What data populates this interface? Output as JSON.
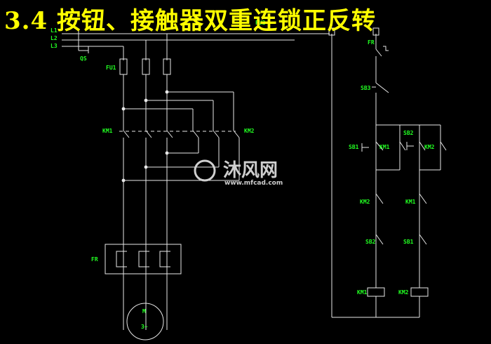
{
  "title": "3.4 按钮、接触器双重连锁正反转",
  "labels": {
    "l1": "L1",
    "l2": "L2",
    "l3": "L3",
    "qs": "QS",
    "fu1": "FU1",
    "fu2": "FU2",
    "km1_main": "KM1",
    "km2_main": "KM2",
    "fr_main": "FR",
    "motor": "M",
    "motor_phase": "3~",
    "fr_ctrl": "FR",
    "sb3": "SB3",
    "sb1_left": "SB1",
    "km1_hold": "KM1",
    "sb2_right": "SB2",
    "km2_hold": "KM2",
    "km2_nc": "KM2",
    "km1_nc": "KM1",
    "sb2_nc": "SB2",
    "sb1_nc": "SB1",
    "km1_coil": "KM1",
    "km2_coil": "KM2"
  },
  "watermark": {
    "brand": "沐风网",
    "url": "www.mfcad.com"
  },
  "colors": {
    "title": "#ffff00",
    "labels": "#22ff22",
    "wires": "#e8e8e8",
    "background": "#000000"
  }
}
